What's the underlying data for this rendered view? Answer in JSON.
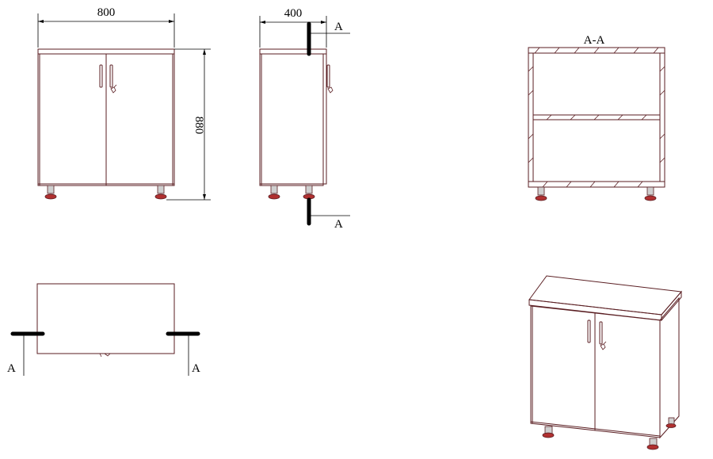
{
  "dimensions": {
    "width": "800",
    "depth": "400",
    "height": "880"
  },
  "section": {
    "marker": "A",
    "title": "A-A"
  },
  "colors": {
    "outline": "#5a1e22",
    "dimension": "#000000",
    "foot": "#b03030"
  }
}
